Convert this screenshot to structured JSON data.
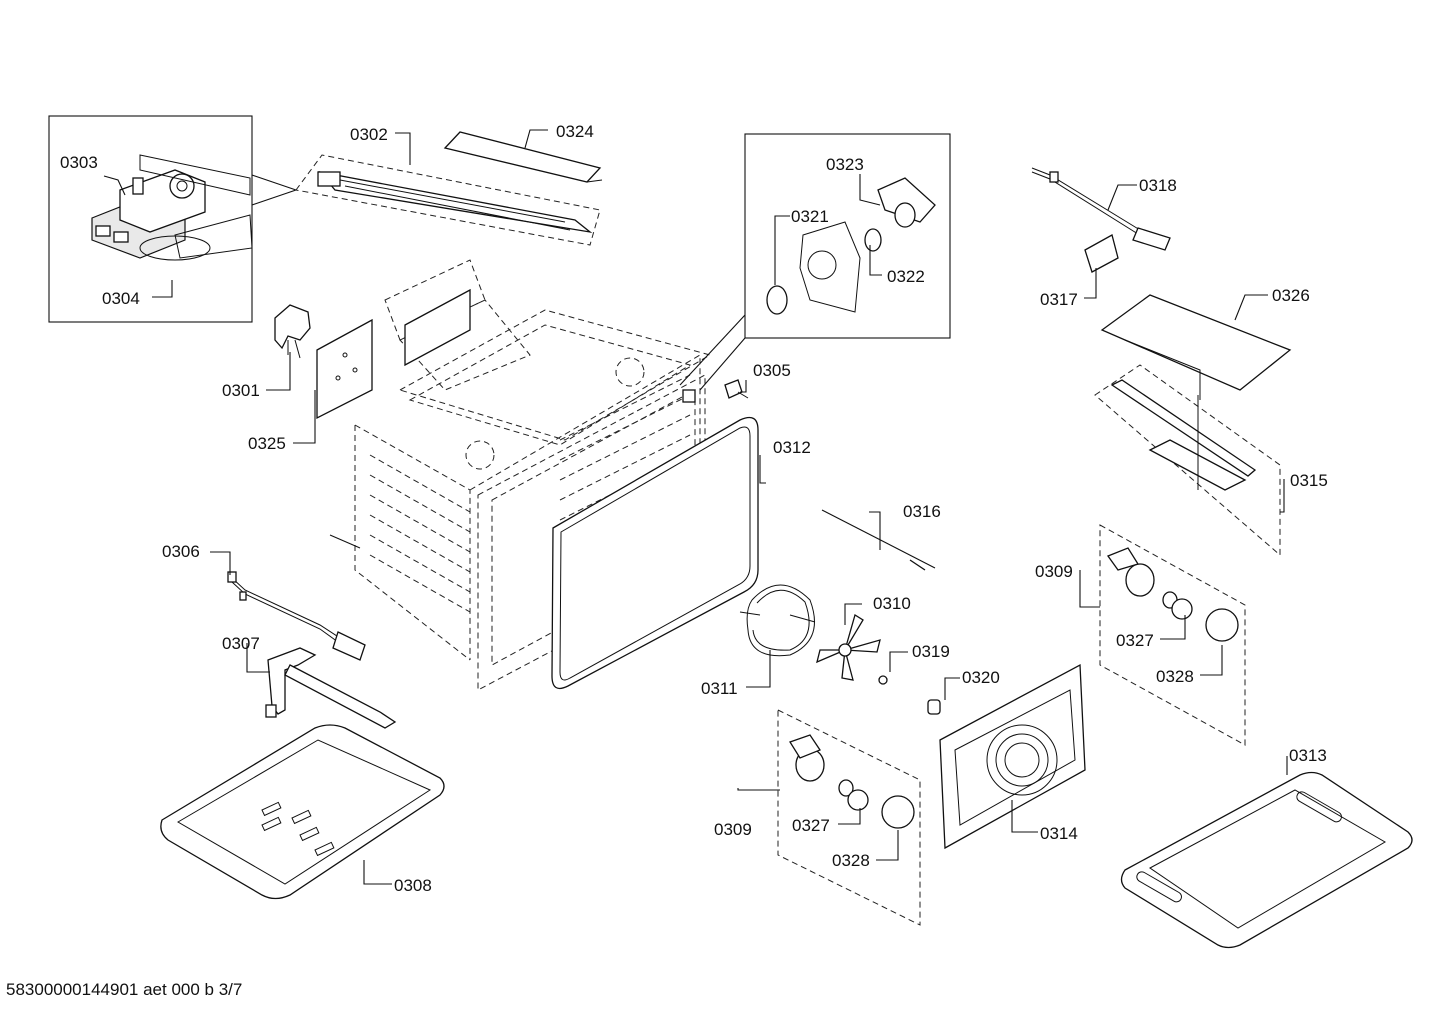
{
  "labels": {
    "l0301": "0301",
    "l0302": "0302",
    "l0303": "0303",
    "l0304": "0304",
    "l0305": "0305",
    "l0306": "0306",
    "l0307": "0307",
    "l0308": "0308",
    "l0309a": "0309",
    "l0309b": "0309",
    "l0310": "0310",
    "l0311": "0311",
    "l0312": "0312",
    "l0313": "0313",
    "l0314": "0314",
    "l0315": "0315",
    "l0316": "0316",
    "l0317": "0317",
    "l0318": "0318",
    "l0319": "0319",
    "l0320": "0320",
    "l0321": "0321",
    "l0322": "0322",
    "l0323": "0323",
    "l0324": "0324",
    "l0325": "0325",
    "l0326": "0326",
    "l0327a": "0327",
    "l0327b": "0327",
    "l0328a": "0328",
    "l0328b": "0328"
  },
  "footer": "58300000144901 aet 000 b 3/7"
}
